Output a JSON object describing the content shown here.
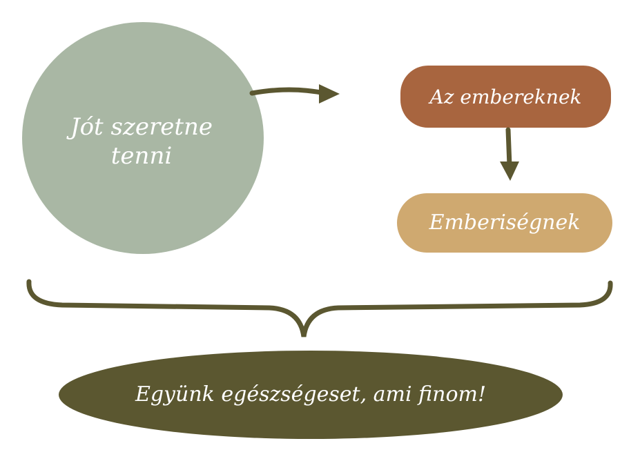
{
  "nodes": {
    "circle": {
      "text_line1": "Jót szeretne",
      "text_line2": "tenni",
      "color": "#a9b7a4"
    },
    "top_right": {
      "text": "Az embereknek",
      "color": "#a8653f"
    },
    "middle_right": {
      "text": "Emberiségnek",
      "color": "#cfa970"
    },
    "bottom": {
      "text": "Együnk egészségeset, ami finom!",
      "color": "#5b5730"
    }
  },
  "connector_color": "#5b5730"
}
